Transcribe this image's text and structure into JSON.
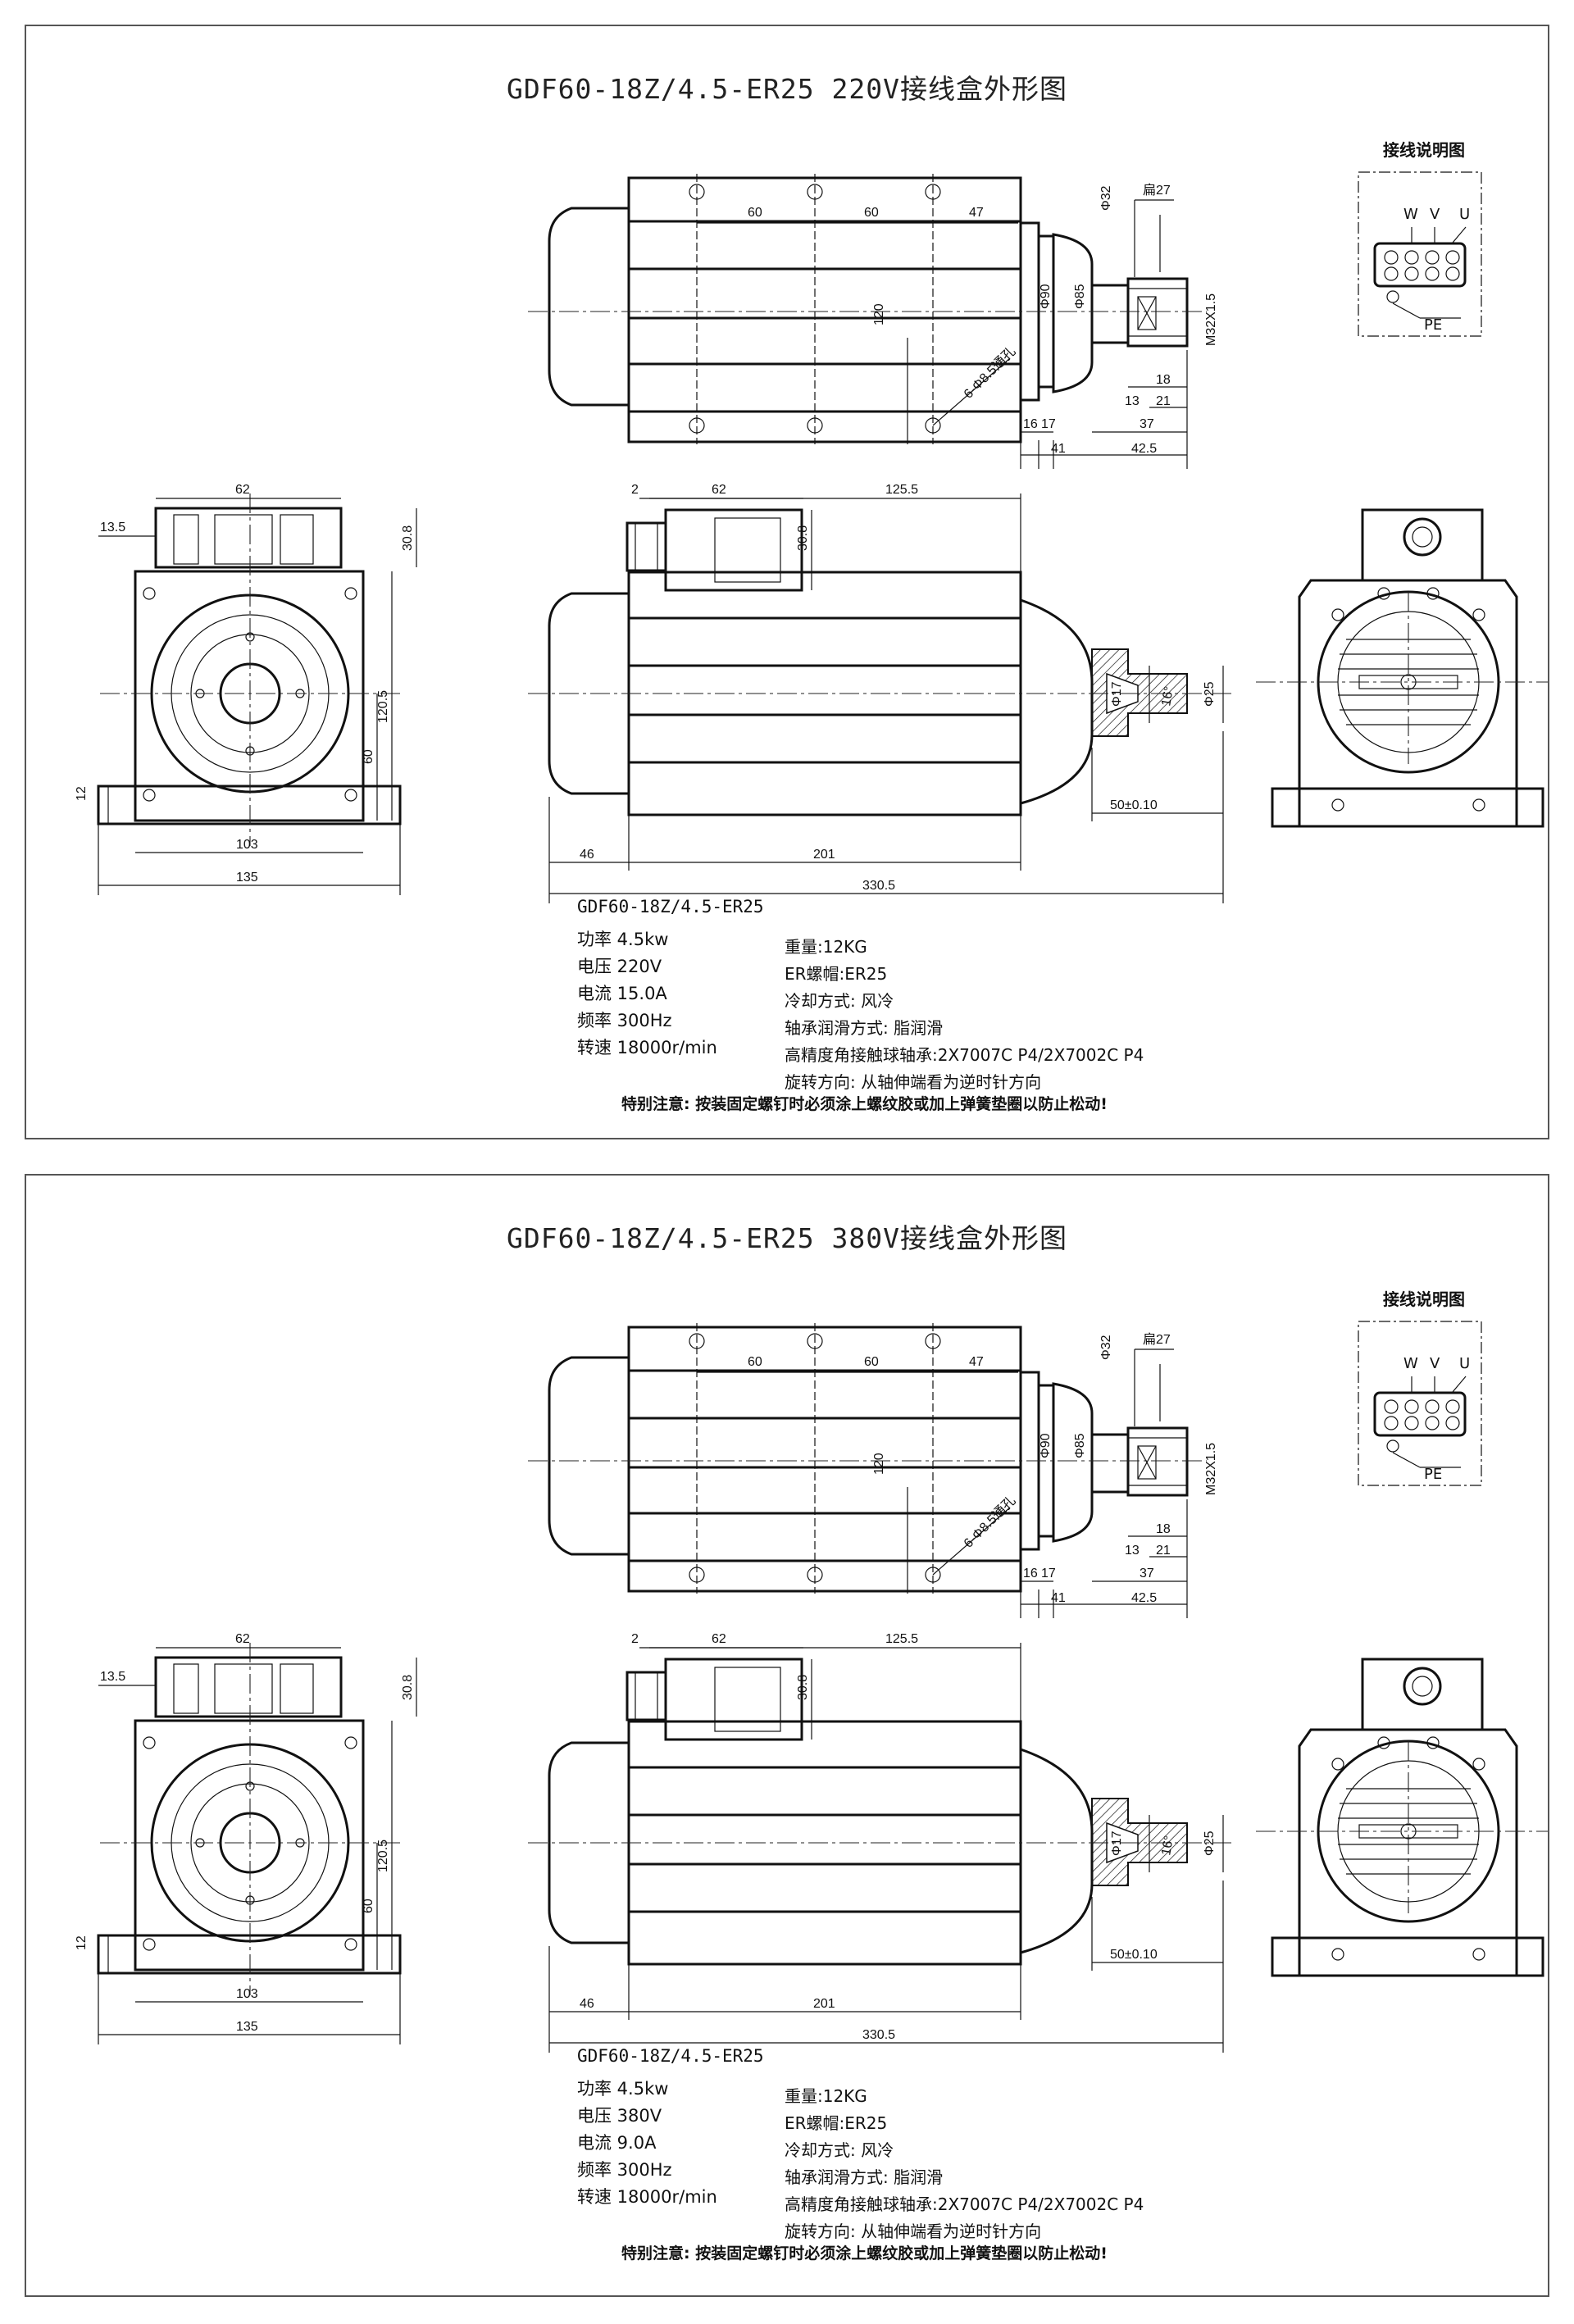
{
  "sheets": [
    {
      "title": "GDF60-18Z/4.5-ER25 220V接线盒外形图",
      "wiring_title": "接线说明图",
      "wiring_labels": [
        "W",
        "V",
        "U",
        "PE"
      ],
      "model": "GDF60-18Z/4.5-ER25",
      "specs_left": [
        "功率 4.5kw",
        "电压 220V",
        "电流 15.0A",
        "频率 300Hz",
        "转速 18000r/min"
      ],
      "specs_right": [
        "重量:12KG",
        "ER螺帽:ER25",
        "冷却方式: 风冷",
        "轴承润滑方式: 脂润滑",
        "高精度角接触球轴承:2X7007C P4/2X7002C P4",
        "旋转方向: 从轴伸端看为逆时针方向"
      ],
      "note": "特别注意: 按装固定螺钉时必须涂上螺纹胶或加上弹簧垫圈以防止松动!"
    },
    {
      "title": "GDF60-18Z/4.5-ER25 380V接线盒外形图",
      "wiring_title": "接线说明图",
      "wiring_labels": [
        "W",
        "V",
        "U",
        "PE"
      ],
      "model": "GDF60-18Z/4.5-ER25",
      "specs_left": [
        "功率 4.5kw",
        "电压 380V",
        "电流 9.0A",
        "频率 300Hz",
        "转速 18000r/min"
      ],
      "specs_right": [
        "重量:12KG",
        "ER螺帽:ER25",
        "冷却方式: 风冷",
        "轴承润滑方式: 脂润滑",
        "高精度角接触球轴承:2X7007C P4/2X7002C P4",
        "旋转方向: 从轴伸端看为逆时针方向"
      ],
      "note": "特别注意: 按装固定螺钉时必须涂上螺纹胶或加上弹簧垫圈以防止松动!"
    }
  ],
  "dims": {
    "top_spacing1": "60",
    "top_spacing2": "60",
    "top_spacing3": "47",
    "top_height": "120",
    "holes": "6-Φ8.5通孔",
    "d90": "Φ90",
    "d85": "Φ85",
    "d32": "Φ32",
    "flat27": "扁27",
    "thread": "M32X1.5",
    "s16": "16",
    "s17": "17",
    "s41": "41",
    "s42_5": "42.5",
    "s37": "37",
    "s13": "13",
    "s21": "21",
    "s18": "18",
    "side_2": "2",
    "side_62": "62",
    "side_125_5": "125.5",
    "side_30_8": "30.8",
    "side_d17": "Φ17",
    "side_16deg": "16°",
    "side_d25": "Φ25",
    "side_50": "50±0.10",
    "side_46": "46",
    "side_201": "201",
    "side_330_5": "330.5",
    "end_62": "62",
    "end_13_5": "13.5",
    "end_30_8": "30.8",
    "end_120_5": "120.5",
    "end_60": "60",
    "end_12": "12",
    "end_103": "103",
    "end_135": "135"
  }
}
